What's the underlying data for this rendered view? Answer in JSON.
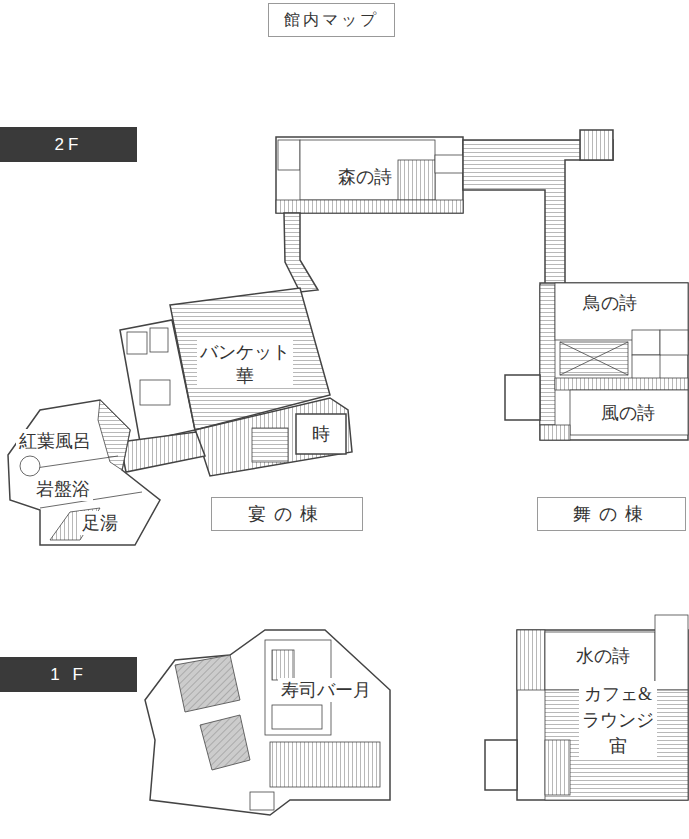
{
  "diagram": {
    "title": "館内マップ",
    "nodes": [
      {
        "text": [
          "2F"
        ]
      },
      {
        "text": [
          "宴の棟"
        ]
      },
      {
        "text": [
          "舞の棟"
        ]
      },
      {
        "text": [
          "1 F"
        ]
      }
    ],
    "labels": [
      "森の詩",
      "バンケット 華",
      "紅葉風呂",
      "岩盤浴",
      "足湯",
      "時",
      "鳥の詩",
      "風の詩",
      "水の詩",
      "寿司バー月",
      "カフェ& ラウンジ 宙"
    ]
  }
}
